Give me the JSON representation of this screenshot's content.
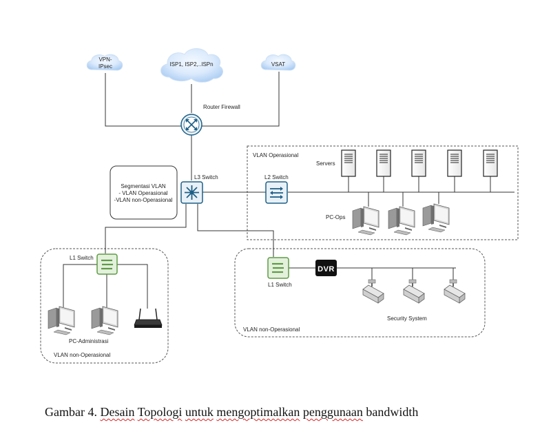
{
  "clouds": {
    "vpn": "VPN-",
    "vpn2": "IPsec",
    "isp": "ISP1, ISP2,..ISPn",
    "vsat": "VSAT"
  },
  "labels": {
    "router_firewall": "Router Firewall",
    "l3_switch": "L3 Switch",
    "l2_switch": "L2 Switch",
    "l1_switch_left": "L1 Switch",
    "l1_switch_right": "L1 Switch",
    "vlan_operasional": "VLAN Operasional",
    "servers": "Servers",
    "pc_ops": "PC-Ops",
    "pc_admin": "PC-Administrasi",
    "vlan_non_left": "VLAN non-Operasional",
    "vlan_non_right": "VLAN non-Operasional",
    "security_system": "Security System",
    "dvr": "DVR"
  },
  "note": {
    "line1": "Segmentasi VLAN",
    "line2": "- VLAN Operasional",
    "line3": "-VLAN non-Operasional"
  },
  "caption": {
    "prefix": "Gambar 4. ",
    "w1": "Desain",
    "w2": "Topologi",
    "w3": "untuk",
    "w4": "mengoptimalkan",
    "w5": "penggunaan",
    "suffix": " bandwidth"
  }
}
